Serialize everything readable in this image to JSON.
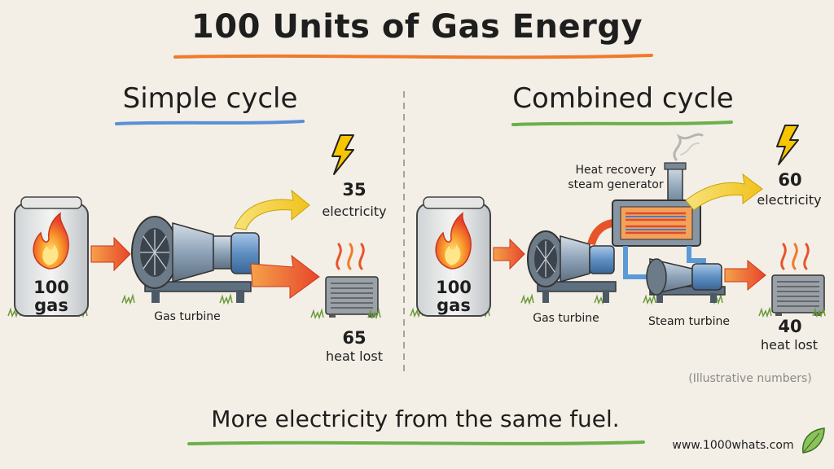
{
  "title": "100 Units of Gas Energy",
  "simple": {
    "heading": "Simple cycle",
    "tank_value": "100",
    "tank_unit": "gas",
    "turbine_label": "Gas turbine",
    "electricity_value": "35",
    "electricity_label": "electricity",
    "heat_value": "65",
    "heat_label": "heat lost"
  },
  "combined": {
    "heading": "Combined cycle",
    "tank_value": "100",
    "tank_unit": "gas",
    "gas_turbine_label": "Gas turbine",
    "steam_turbine_label": "Steam turbine",
    "hrsg_label_line1": "Heat recovery",
    "hrsg_label_line2": "steam generator",
    "electricity_value": "60",
    "electricity_label": "electricity",
    "heat_value": "40",
    "heat_label": "heat lost"
  },
  "note": "(Illustrative numbers)",
  "footer": "More electricity from the same fuel.",
  "site": "www.1000whats.com",
  "icons": [
    "flame-icon",
    "lightning-icon",
    "heat-waves-icon",
    "leaf-icon"
  ],
  "colors": {
    "title_underline": "#f07a2a",
    "simple_underline": "#5a8fd6",
    "combined_underline": "#6ab04c",
    "footer_underline": "#6ab04c",
    "bolt": "#f7c600"
  }
}
